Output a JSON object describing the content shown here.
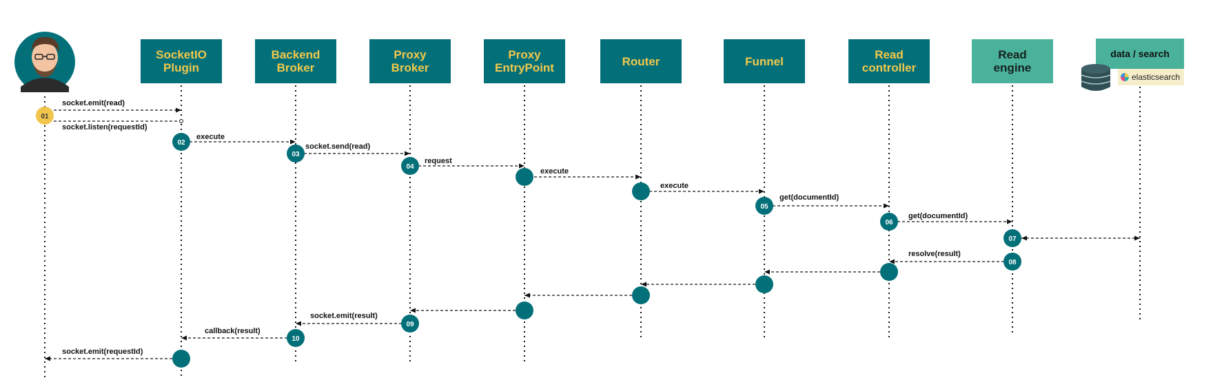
{
  "colors": {
    "teal": "#037079",
    "title_yellow": "#f3c84b",
    "light_teal": "#4ab19a",
    "badge_yellow": "#f1c44c",
    "es_label_bg": "#f6eecb"
  },
  "actor": {
    "icon": "user-avatar"
  },
  "lanes": [
    {
      "id": "socketio_plugin",
      "title": "SocketIO\nPlugin"
    },
    {
      "id": "backend_broker",
      "title": "Backend\nBroker"
    },
    {
      "id": "proxy_broker",
      "title": "Proxy\nBroker"
    },
    {
      "id": "proxy_entrypoint",
      "title": "Proxy\nEntryPoint"
    },
    {
      "id": "router",
      "title": "Router"
    },
    {
      "id": "funnel",
      "title": "Funnel"
    },
    {
      "id": "read_controller",
      "title": "Read\ncontroller"
    },
    {
      "id": "read_engine",
      "title": "Read\nengine"
    }
  ],
  "datastore": {
    "title": "data / search",
    "product": "elasticsearch",
    "icon": "database-icon"
  },
  "steps": [
    "01",
    "02",
    "03",
    "04",
    "05",
    "06",
    "07",
    "08",
    "09",
    "10"
  ],
  "messages": [
    "socket.emit(read)",
    "socket.listen(requestId)",
    "execute",
    "socket.send(read)",
    "request",
    "execute",
    "execute",
    "get(documentId)",
    "get(documentId)",
    "resolve(result)",
    "socket.emit(result)",
    "callback(result)",
    "socket.emit(requestId)"
  ]
}
